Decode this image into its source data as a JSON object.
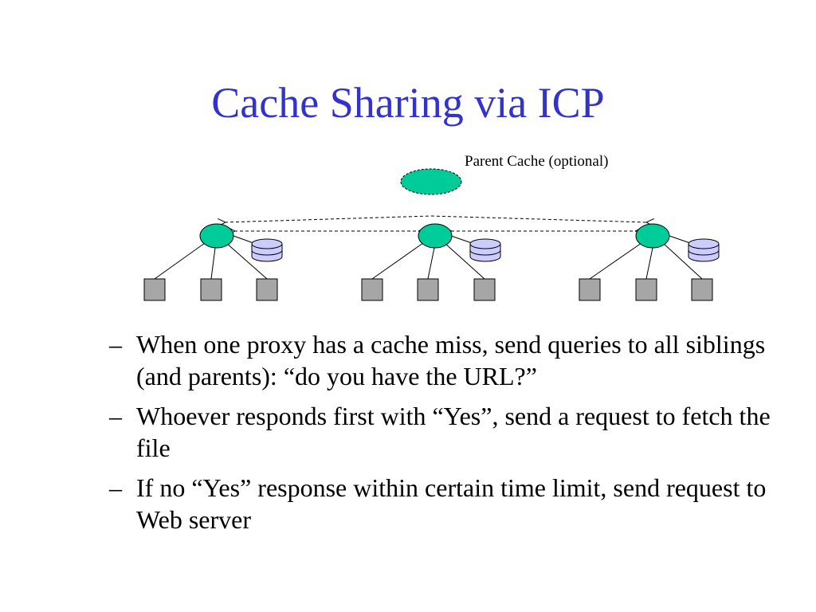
{
  "slide": {
    "title": "Cache Sharing via ICP"
  },
  "diagram": {
    "parent_label": "Parent Cache (optional)",
    "colors": {
      "proxy_fill": "#00cc99",
      "disk_fill": "#ccccff",
      "client_fill": "#a6a6a6",
      "line": "#000000"
    },
    "icons": {
      "proxy": "green-ellipse-icon",
      "disk": "disk-cylinder-icon",
      "client": "gray-square-icon"
    }
  },
  "bullets": [
    {
      "dash": "–",
      "text": "When one proxy has a cache miss, send queries to all siblings (and parents): “do you have the URL?”"
    },
    {
      "dash": "–",
      "text": "Whoever responds first with “Yes”, send a request to fetch the file"
    },
    {
      "dash": "–",
      "text": "If no “Yes” response within certain time limit, send request to Web server"
    }
  ]
}
